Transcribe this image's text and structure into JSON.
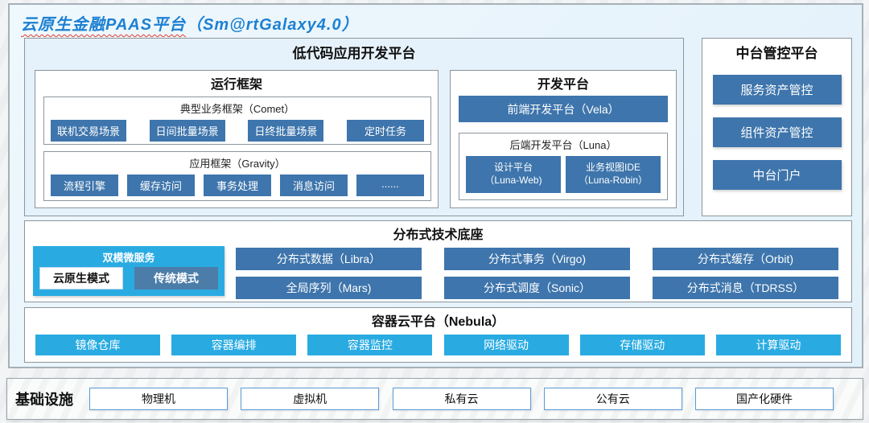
{
  "page": {
    "title_main": "云原生金融PAAS平台",
    "title_paren": "（Sm@rtGalaxy4.0）",
    "colors": {
      "title_blue": "#1e80d2",
      "dark_blue_chip": "#3e75ac",
      "cyan_chip": "#29abe2",
      "slate_chip": "#4c7da9",
      "panel_bg": "#e9f4fc",
      "infra_border_blue": "#5b9bd5"
    }
  },
  "low_code": {
    "title": "低代码应用开发平台",
    "runtime": {
      "title": "运行框架",
      "comet": {
        "title": "典型业务框架（Comet）",
        "items": [
          "联机交易场景",
          "日间批量场景",
          "日终批量场景",
          "定时任务"
        ]
      },
      "gravity": {
        "title": "应用框架（Gravity）",
        "items": [
          "流程引擎",
          "缓存访问",
          "事务处理",
          "消息访问",
          "......"
        ]
      }
    },
    "dev": {
      "title": "开发平台",
      "vela": "前端开发平台（Vela）",
      "luna": {
        "title": "后端开发平台（Luna）",
        "items": [
          {
            "line1": "设计平台",
            "line2": "（Luna-Web)"
          },
          {
            "line1": "业务视图IDE",
            "line2": "（Luna-Robin）"
          }
        ]
      }
    }
  },
  "mid_platform": {
    "title": "中台管控平台",
    "items": [
      "服务资产管控",
      "组件资产管控",
      "中台门户"
    ]
  },
  "distributed": {
    "title": "分布式技术底座",
    "dual_mode": {
      "title": "双模微服务",
      "cloud_native": "云原生模式",
      "traditional": "传统模式"
    },
    "rows": [
      [
        "分布式数据（Libra）",
        "分布式事务（Virgo)",
        "分布式缓存（Orbit)"
      ],
      [
        "全局序列（Mars)",
        "分布式调度（Sonic）",
        "分布式消息（TDRSS）"
      ]
    ]
  },
  "container_cloud": {
    "title": "容器云平台（Nebula）",
    "items": [
      "镜像仓库",
      "容器编排",
      "容器监控",
      "网络驱动",
      "存储驱动",
      "计算驱动"
    ]
  },
  "infrastructure": {
    "title": "基础设施",
    "items": [
      "物理机",
      "虚拟机",
      "私有云",
      "公有云",
      "国产化硬件"
    ]
  }
}
